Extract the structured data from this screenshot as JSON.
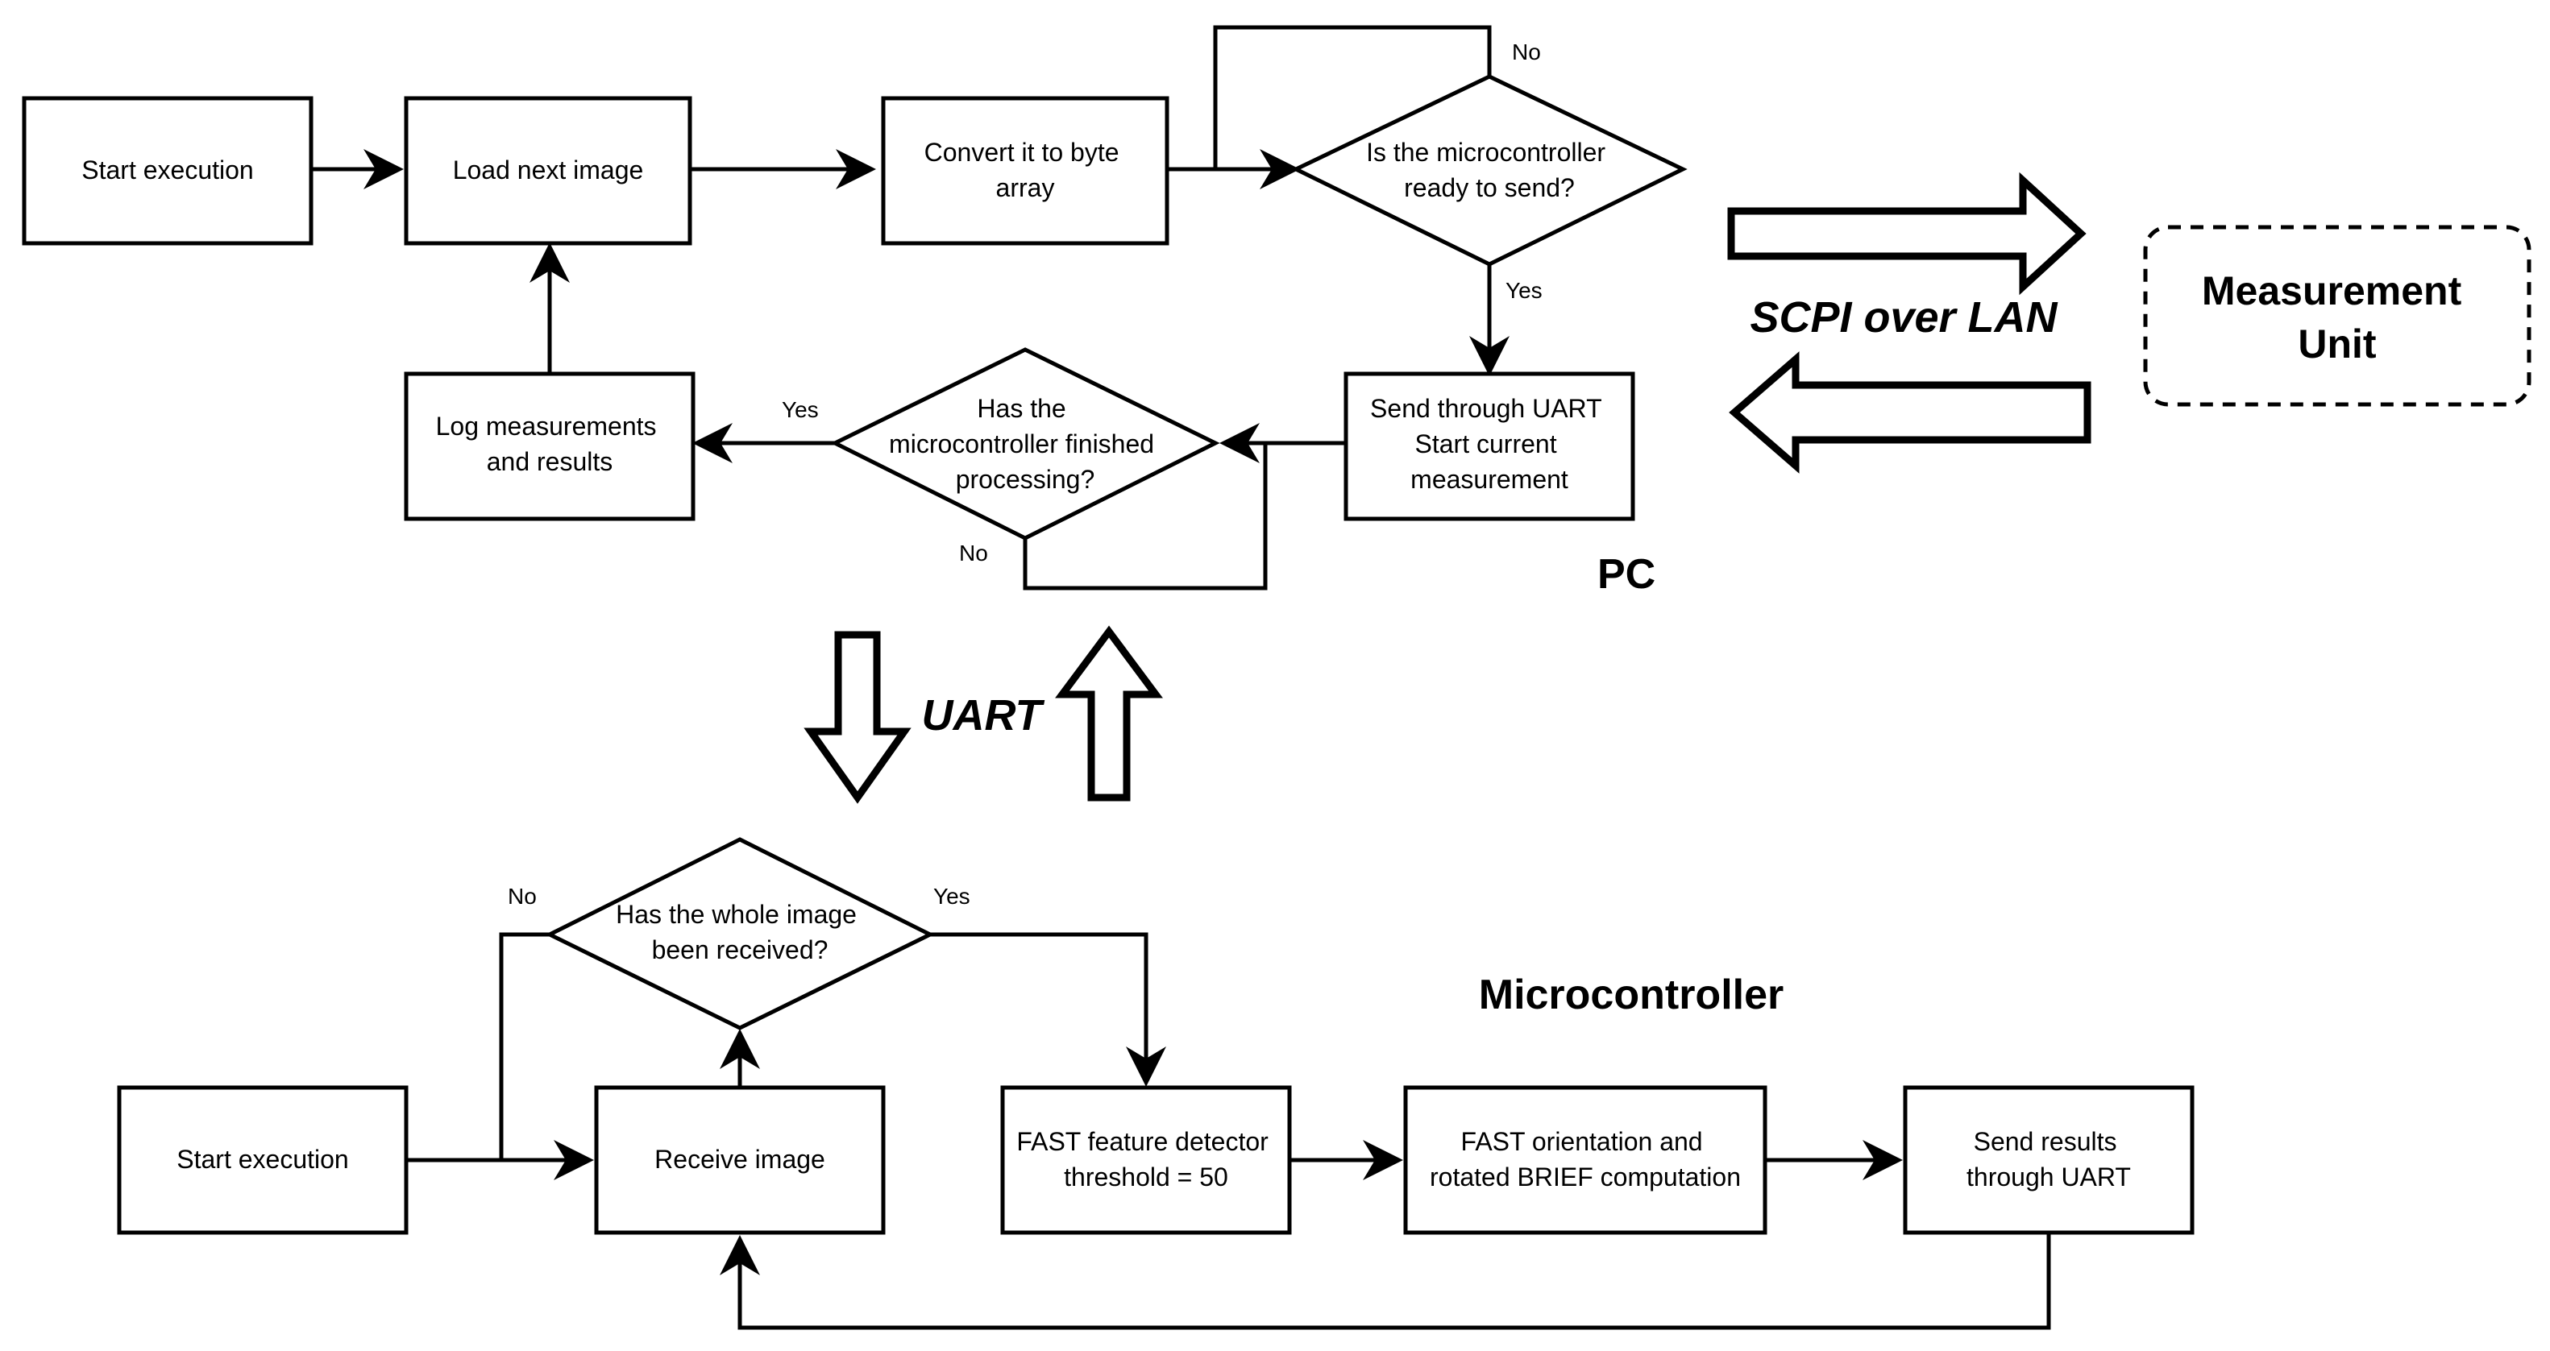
{
  "pc": {
    "section_label": "PC",
    "start": [
      "Start execution"
    ],
    "load": [
      "Load next image"
    ],
    "convert": [
      "Convert it to byte",
      "array"
    ],
    "ready": [
      "Is the microcontroller",
      "ready to send?"
    ],
    "send": [
      "Send through UART",
      "Start current",
      "measurement"
    ],
    "finished": [
      "Has the",
      "microcontroller finished",
      "processing?"
    ],
    "log": [
      "Log measurements",
      "and results"
    ],
    "ready_no": "No",
    "ready_yes": "Yes",
    "finished_yes": "Yes",
    "finished_no": "No"
  },
  "link_lan": "SCPI over LAN",
  "link_uart": "UART",
  "measurement_unit": [
    "Measurement",
    "Unit"
  ],
  "mcu": {
    "section_label": "Microcontroller",
    "start": [
      "Start execution"
    ],
    "receive": [
      "Receive image"
    ],
    "whole": [
      "Has the whole image",
      "been received?"
    ],
    "fast": [
      "FAST feature detector",
      "threshold = 50"
    ],
    "orient": [
      "FAST orientation and",
      "rotated BRIEF computation"
    ],
    "send": [
      "Send results",
      "through UART"
    ],
    "whole_no": "No",
    "whole_yes": "Yes"
  }
}
